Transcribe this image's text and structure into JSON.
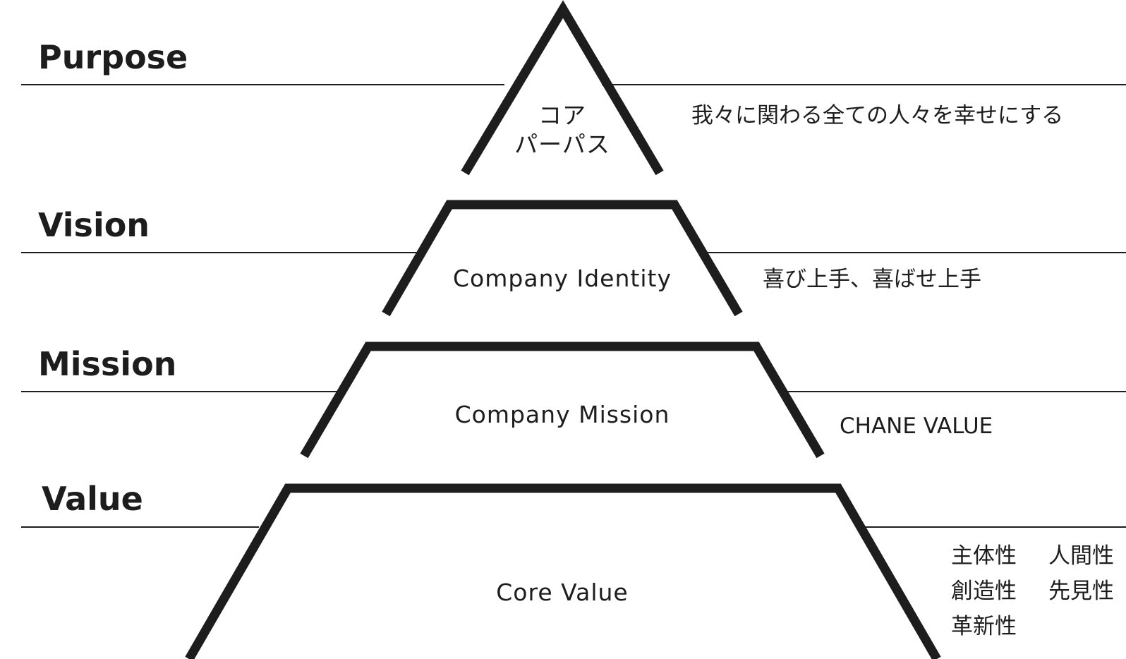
{
  "tiers": {
    "purpose": {
      "title": "Purpose",
      "name_line1": "コア",
      "name_line2": "パーパス",
      "description": "我々に関わる全ての人々を幸せにする"
    },
    "vision": {
      "title": "Vision",
      "name": "Company Identity",
      "description": "喜び上手、喜ばせ上手"
    },
    "mission": {
      "title": "Mission",
      "name": "Company Mission",
      "description": "CHANE VALUE"
    },
    "value": {
      "title": "Value",
      "name": "Core Value",
      "values": [
        "主体性",
        "人間性",
        "創造性",
        "先見性",
        "革新性"
      ]
    }
  },
  "colors": {
    "ink": "#1d1d1d",
    "background": "#ffffff"
  }
}
